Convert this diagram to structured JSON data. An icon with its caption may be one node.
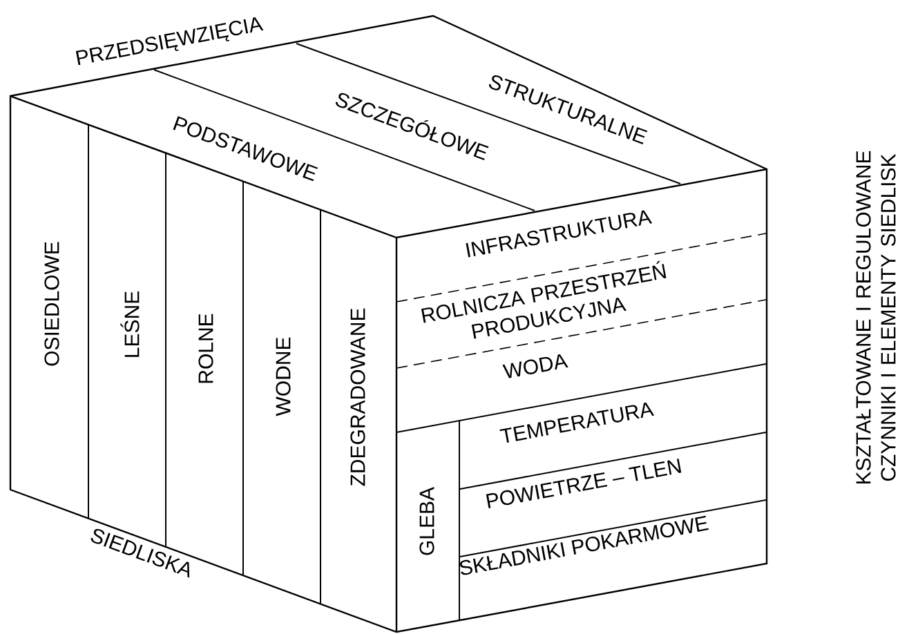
{
  "diagram": {
    "nodes": [
      {
        "text": [
          "PODSTAWOWE"
        ]
      },
      {
        "text": [
          "SZCZEGÓŁOWE"
        ]
      },
      {
        "text": [
          "STRUKTURALNE"
        ]
      },
      {
        "text": [
          "OSIEDLOWE"
        ]
      },
      {
        "text": [
          "LEŚNE"
        ]
      },
      {
        "text": [
          "ROLNE"
        ]
      },
      {
        "text": [
          "WODNE"
        ]
      },
      {
        "text": [
          "ZDEGRADOWANE"
        ]
      },
      {
        "text": [
          "INFRASTRUKTURA"
        ]
      },
      {
        "text": [
          "ROLNICZA PRZESTRZEŃ PRODUKCYJNA"
        ]
      },
      {
        "text": [
          "WODA"
        ]
      },
      {
        "text": [
          "GLEBA"
        ]
      },
      {
        "text": [
          "TEMPERATURA"
        ]
      },
      {
        "text": [
          "POWIETRZE – TLEN"
        ]
      },
      {
        "text": [
          "SKŁADNIKI POKARMOWE"
        ]
      }
    ],
    "labels": [
      "PRZEDSIĘWZIĘCIA",
      "SIEDLISKA",
      "KSZTAŁTOWANE I REGULOWANE CZYNNIKI I ELEMENTY SIEDLISK"
    ]
  }
}
